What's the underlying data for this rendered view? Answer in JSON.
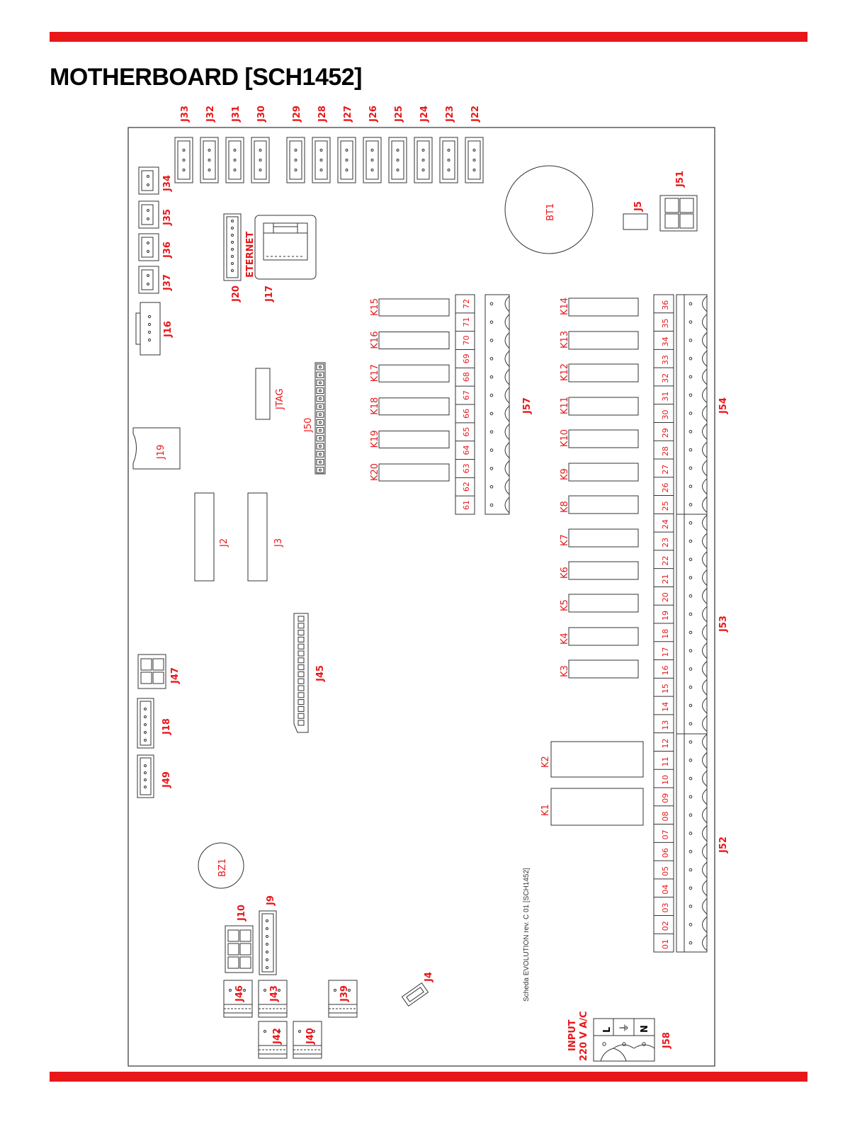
{
  "title": "MOTHERBOARD [SCH1452]",
  "colors": {
    "accent": "#e8171a",
    "line": "#333333",
    "fill": "#ffffff"
  },
  "top_connectors": [
    "J33",
    "J32",
    "J31",
    "J30",
    "J29",
    "J28",
    "J27",
    "J26",
    "J25",
    "J24",
    "J23",
    "J22"
  ],
  "left_connectors": [
    "J34",
    "J35",
    "J36",
    "J37"
  ],
  "labels": {
    "j16": "J16",
    "j20": "J20",
    "ethernet": "ETERNET",
    "j17": "J17",
    "bt1": "BT1",
    "j5": "J5",
    "j51": "J51",
    "jtag": "JTAG",
    "j50": "J50",
    "j19": "J19",
    "j2": "J2",
    "j3": "J3",
    "j45": "J45",
    "j47": "J47",
    "j18": "J18",
    "j49": "J49",
    "bz1": "BZ1",
    "j10": "J10",
    "j9": "J9",
    "j46": "J46",
    "j43": "J43",
    "j39": "J39",
    "j42": "J42",
    "j40": "J40",
    "j4": "J4",
    "j57": "J57",
    "j54": "J54",
    "j53": "J53",
    "j52": "J52",
    "j58": "J58",
    "k1": "K1",
    "k2": "K2",
    "input_line1": "INPUT",
    "input_line2": "220 V A/C",
    "l": "L",
    "gnd": "⏚",
    "n": "N",
    "board_text": "Scheda EVOLUTION rev. C 01 [SCH1452]"
  },
  "relays_left": [
    "K15",
    "K16",
    "K17",
    "K18",
    "K19",
    "K20"
  ],
  "relays_right": [
    "K14",
    "K13",
    "K12",
    "K11",
    "K10",
    "K9",
    "K8",
    "K7",
    "K6",
    "K5",
    "K4",
    "K3"
  ],
  "terminals_j57": [
    "72",
    "71",
    "70",
    "69",
    "68",
    "67",
    "66",
    "65",
    "64",
    "63",
    "62",
    "61"
  ],
  "terminals_right": [
    "36",
    "35",
    "34",
    "33",
    "32",
    "31",
    "30",
    "29",
    "28",
    "27",
    "26",
    "25",
    "24",
    "23",
    "22",
    "21",
    "20",
    "19",
    "18",
    "17",
    "16",
    "15",
    "14",
    "13",
    "12",
    "11",
    "10",
    "09",
    "08",
    "07",
    "06",
    "05",
    "04",
    "03",
    "02",
    "01"
  ]
}
